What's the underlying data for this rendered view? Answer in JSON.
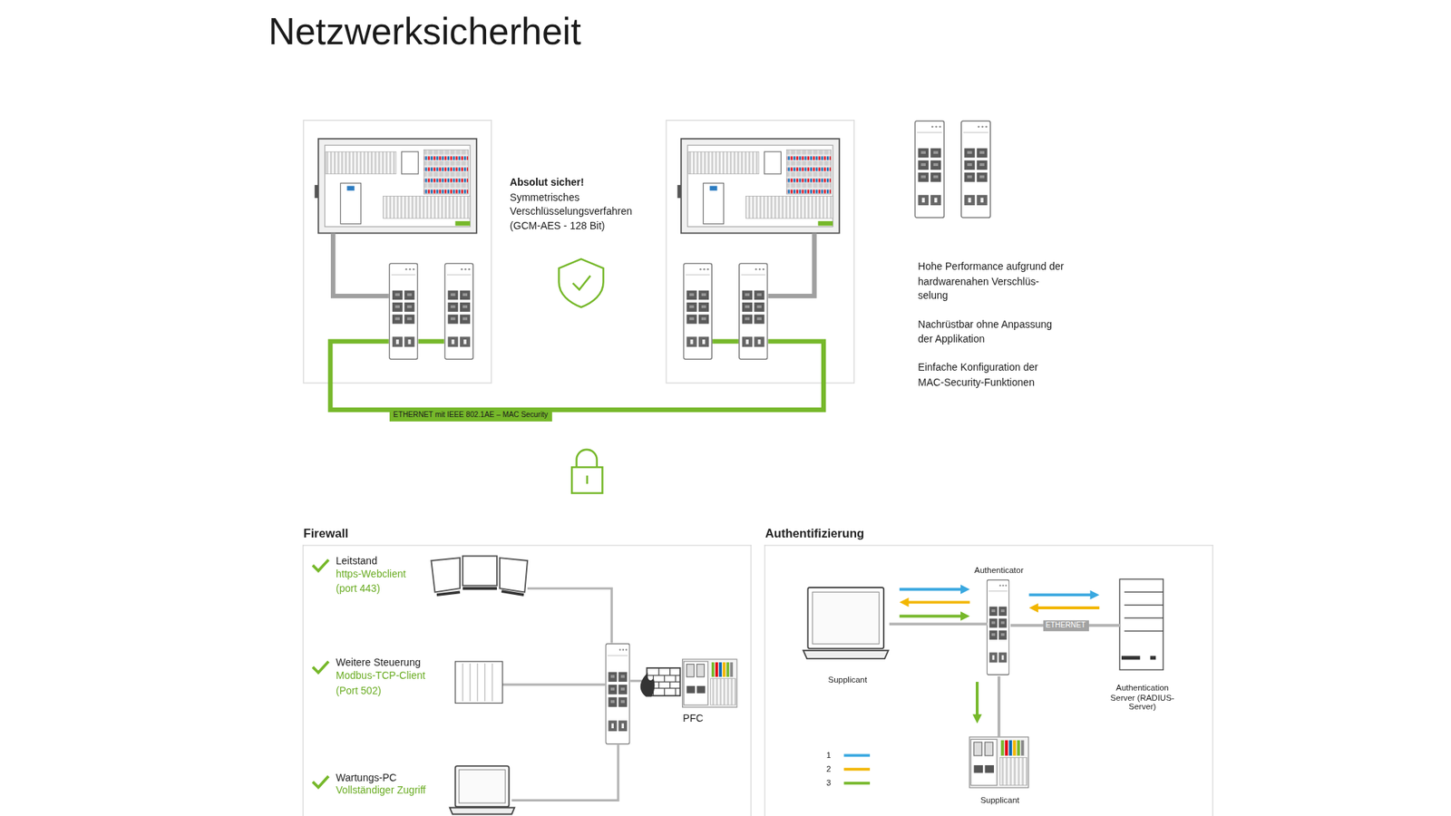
{
  "diagram": {
    "title": "Netzwerksicherheit",
    "nodes": [
      {
        "text": [
          "Firewall"
        ]
      },
      {
        "text": [
          "Authentifizierung"
        ]
      },
      {
        "text": [
          "Supplicant"
        ],
        "in": 1
      },
      {
        "text": [
          "Authenticator"
        ],
        "in": 1
      },
      {
        "text": [
          "Authentication Server (RADIUS-Server)"
        ],
        "in": 1
      },
      {
        "text": [
          "Supplicant"
        ],
        "in": 1
      }
    ],
    "edges": [
      {
        "from": 2,
        "to": 3,
        "arrow": "none"
      },
      {
        "from": 3,
        "to": 4,
        "label": "ETHERNET",
        "arrow": "none"
      },
      {
        "from": 3,
        "to": 5,
        "arrow": "none"
      }
    ],
    "labels": [
      "Absolut sicher!",
      "Symmetrisches Verschlüsselungsverfahren (GCM-AES - 128 Bit)",
      "ETHERNET mit IEEE 802.1AE – MAC Security",
      "Hohe Performance aufgrund der hardwarenahen Verschlüs- selung",
      "Nachrüstbar ohne Anpassung der Applikation",
      "Einfache Konfiguration der MAC-Security-Funktionen",
      "Leitstand",
      "https-Webclient (port 443)",
      "Weitere Steuerung",
      "Modbus-TCP-Client (Port 502)",
      "Wartungs-PC",
      "Vollständiger Zugriff",
      "PFC"
    ],
    "legend": [
      {
        "text": "1",
        "color": "#3aa8e0"
      },
      {
        "text": "2",
        "color": "#f2b600"
      },
      {
        "text": "3",
        "color": "#76b82a"
      }
    ]
  }
}
